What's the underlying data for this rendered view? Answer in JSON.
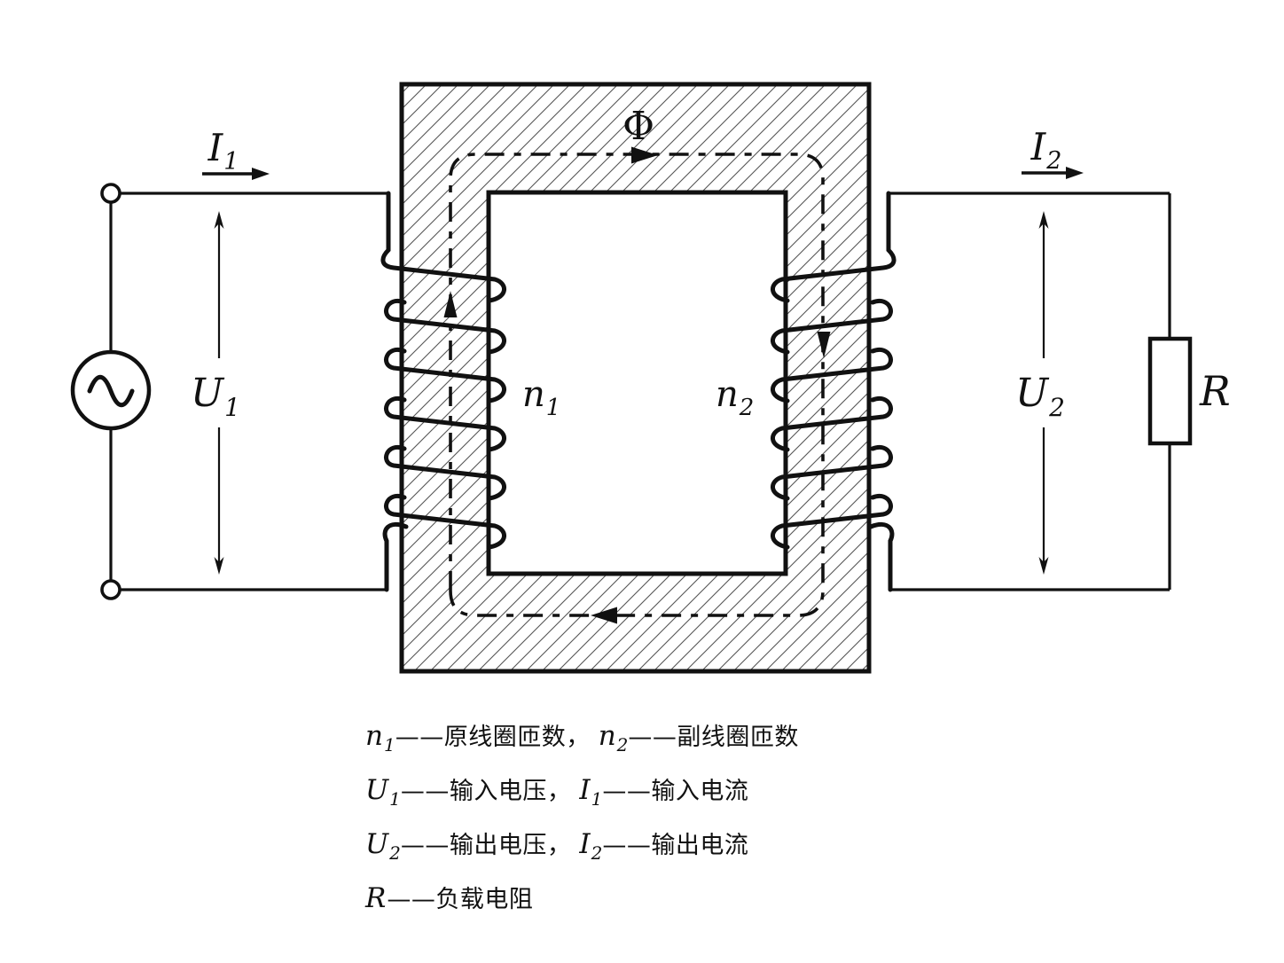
{
  "colors": {
    "background": "#ffffff",
    "line": "#111111",
    "hatch": "#555555"
  },
  "diagram": {
    "flux_label": "Φ",
    "i1": {
      "main": "I",
      "sub": "1"
    },
    "i2": {
      "main": "I",
      "sub": "2"
    },
    "u1": {
      "main": "U",
      "sub": "1"
    },
    "u2": {
      "main": "U",
      "sub": "2"
    },
    "n1": {
      "main": "n",
      "sub": "1"
    },
    "n2": {
      "main": "n",
      "sub": "2"
    },
    "load_label": "R"
  },
  "legend": {
    "line1": {
      "v1": "n",
      "s1": "1",
      "t1": "——原线圈匝数，",
      "v2": "n",
      "s2": "2",
      "t2": "——副线圈匝数"
    },
    "line2": {
      "v1": "U",
      "s1": "1",
      "t1": "——输入电压，",
      "v2": "I",
      "s2": "1",
      "t2": "——输入电流"
    },
    "line3": {
      "v1": "U",
      "s1": "2",
      "t1": "——输出电压，",
      "v2": "I",
      "s2": "2",
      "t2": "——输出电流"
    },
    "line4": {
      "v1": "R",
      "s1": "",
      "t1": "——负载电阻"
    }
  }
}
